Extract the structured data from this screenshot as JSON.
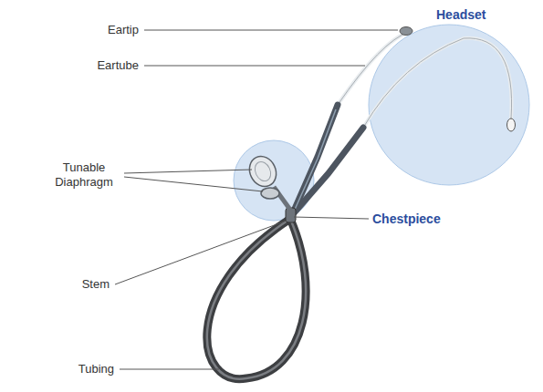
{
  "diagram": {
    "labels": [
      "Headset",
      "Eartip",
      "Eartube",
      "Tunable Diaphragm",
      "Chestpiece",
      "Stem",
      "Tubing"
    ]
  }
}
